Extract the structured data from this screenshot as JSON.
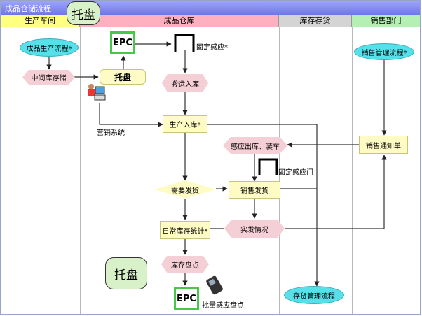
{
  "title": "成品仓储流程",
  "lanes": [
    "生产车间",
    "成品仓库",
    "库存存货",
    "销售部门"
  ],
  "nodes": {
    "produce_flow": "成品生产流程*",
    "mid_store": "中间库存储",
    "pallet": "托盘",
    "epc_top": "EPC",
    "fixed_sensor": "固定感应*",
    "move_in": "搬运入库",
    "system": "营销系统",
    "prod_in": "生产入库*",
    "sense_out": "感应出库、装车",
    "fixed_gate": "固定感应门",
    "need_ship": "需要发货",
    "sales_ship": "销售发货",
    "daily_stat": "日常库存统计*",
    "actual_ship": "实发情况",
    "inventory": "库存盘点",
    "epc_bottom": "EPC",
    "batch_sense": "批量感应盘点",
    "stock_flow": "存货管理流程",
    "sales_flow": "销售管理流程*",
    "sales_notice": "销售通知单"
  },
  "callouts": {
    "top": "托盘",
    "bottom": "托盘"
  }
}
